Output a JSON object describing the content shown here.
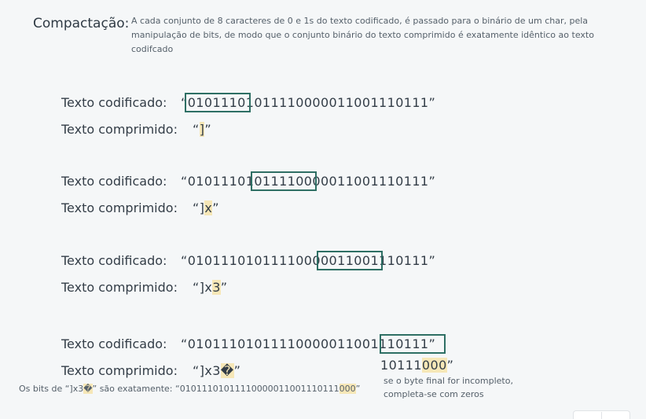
{
  "header": {
    "title": "Compactação:",
    "description": "A cada conjunto de 8 caracteres de 0 e 1s do texto codificado, é passado para o binário de um char, pela manipulação de bits, de modo que o conjunto binário do texto comprimido é exatamente idêntico ao texto codifcado"
  },
  "labels": {
    "encoded": "Texto codificado:",
    "compressed": "Texto comprimido:"
  },
  "steps": [
    {
      "encoded_before": "“",
      "encoded_highlight": "01011101",
      "encoded_after": "01111000001100111 0111”",
      "compressed_before": "“",
      "compressed_highlight": "]",
      "compressed_after": "”"
    },
    {
      "encoded_before": "“01011101",
      "encoded_highlight": "01111000",
      "encoded_after": "0011001110111”",
      "compressed_before": "“]",
      "compressed_highlight": "x",
      "compressed_after": "”"
    },
    {
      "encoded_before": "“0101110101111000",
      "encoded_highlight": "00110011",
      "encoded_after": "10111”",
      "compressed_before": "“]x",
      "compressed_highlight": "3",
      "compressed_after": "”"
    },
    {
      "encoded_before": "“010111010111100000110011",
      "encoded_highlight": "10111",
      "encoded_after": "”",
      "compressed_before": "“]x3",
      "compressed_highlight": "�",
      "compressed_after": "”"
    }
  ],
  "padding_note": {
    "value_prefix": "10111",
    "value_zeros": "000",
    "value_suffix": "”",
    "line1": "se o byte final for incompleto,",
    "line2": "completa-se com zeros"
  },
  "footer": {
    "prefix": "Os bits de  “]x3",
    "char": "�",
    "middle": "” são exatamente:  “01011101011110000011001110111",
    "zeros": "000",
    "suffix": "”"
  }
}
